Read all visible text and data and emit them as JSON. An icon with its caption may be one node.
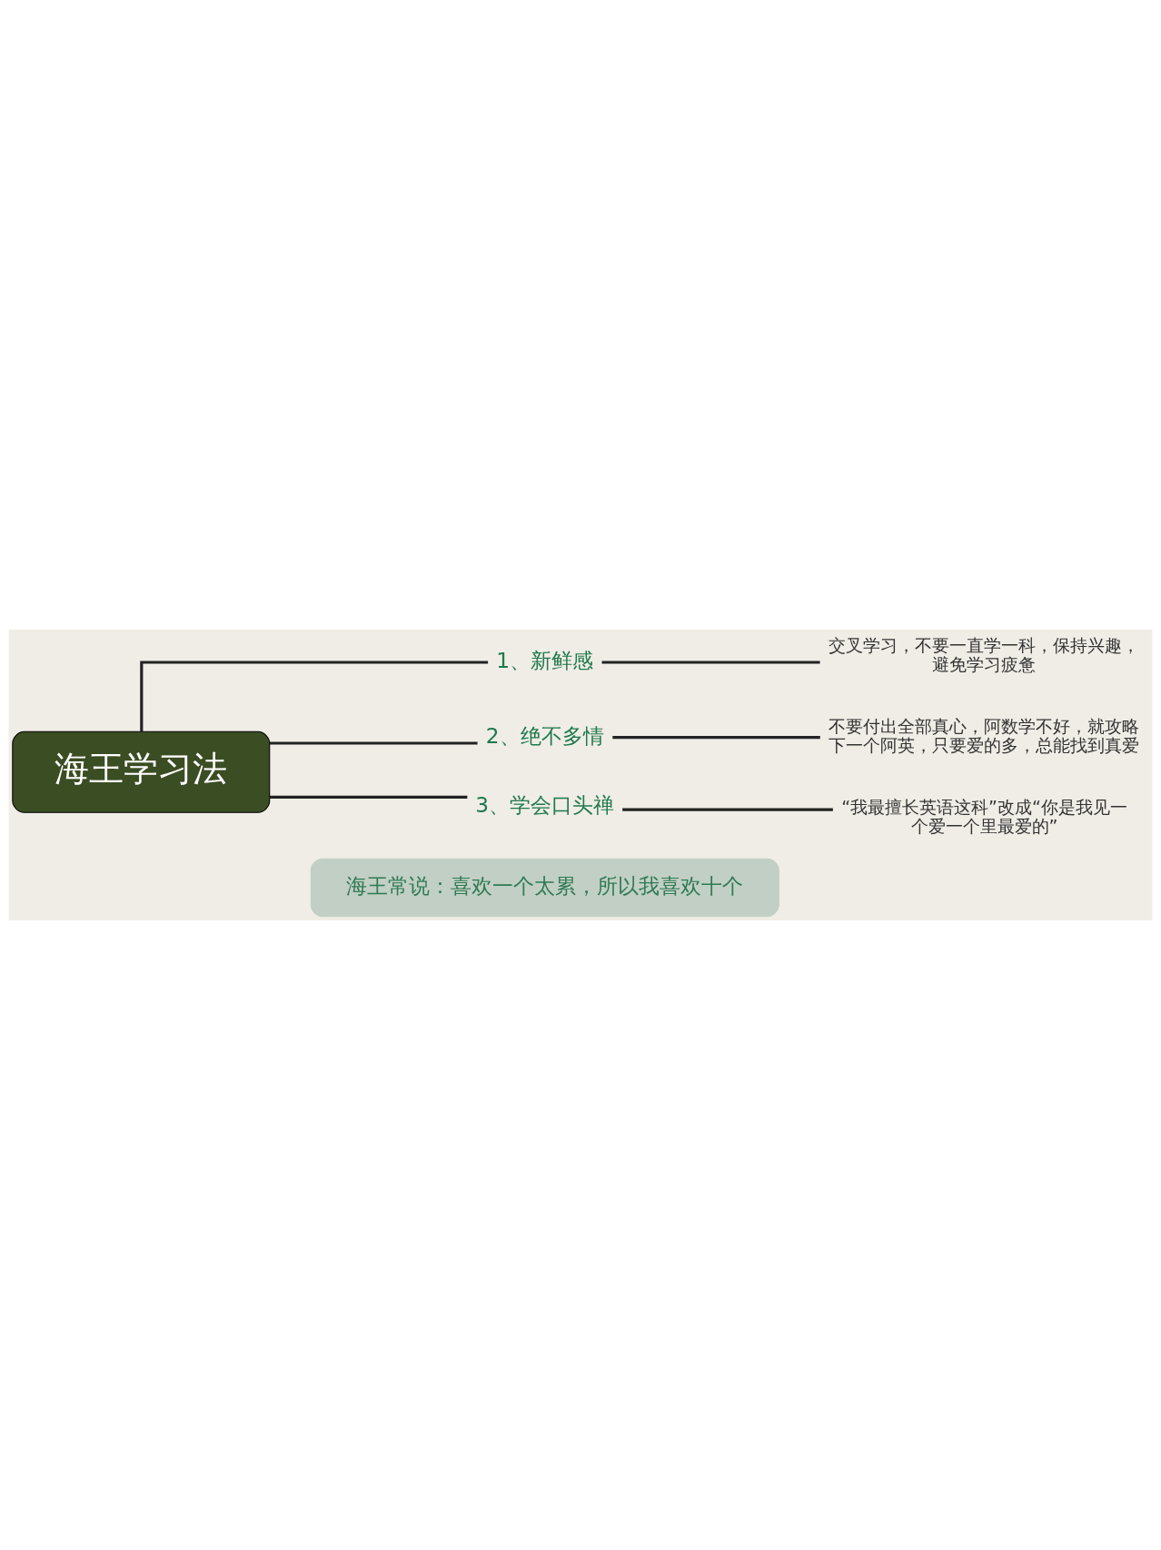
{
  "diagram": {
    "nodes": [
      {
        "text": [
          "海王学习法"
        ]
      },
      {
        "text": [
          "1、新鲜感"
        ]
      },
      {
        "text": [
          "交叉学习，不要一直学一科，保持兴趣，避免学习疲惫"
        ]
      },
      {
        "text": [
          "2、绝不多情"
        ]
      },
      {
        "text": [
          "不要付出全部真心，阿数学不好，就攻略下一个阿英，只要爱的多，总能找到真爱"
        ]
      },
      {
        "text": [
          "3、学会口头禅"
        ]
      },
      {
        "text": [
          "“我最擅长英语这科”改成“你是我见一个爱一个里最爱的”"
        ]
      },
      {
        "text": [
          "海王常说：喜欢一个太累，所以我喜欢十个"
        ]
      }
    ],
    "edges": [
      {
        "from": 0,
        "to": 1,
        "arrow": "none"
      },
      {
        "from": 1,
        "to": 2,
        "arrow": "none"
      },
      {
        "from": 0,
        "to": 3,
        "arrow": "none"
      },
      {
        "from": 3,
        "to": 4,
        "arrow": "none"
      },
      {
        "from": 0,
        "to": 5,
        "arrow": "none"
      },
      {
        "from": 5,
        "to": 6,
        "arrow": "none"
      }
    ]
  }
}
